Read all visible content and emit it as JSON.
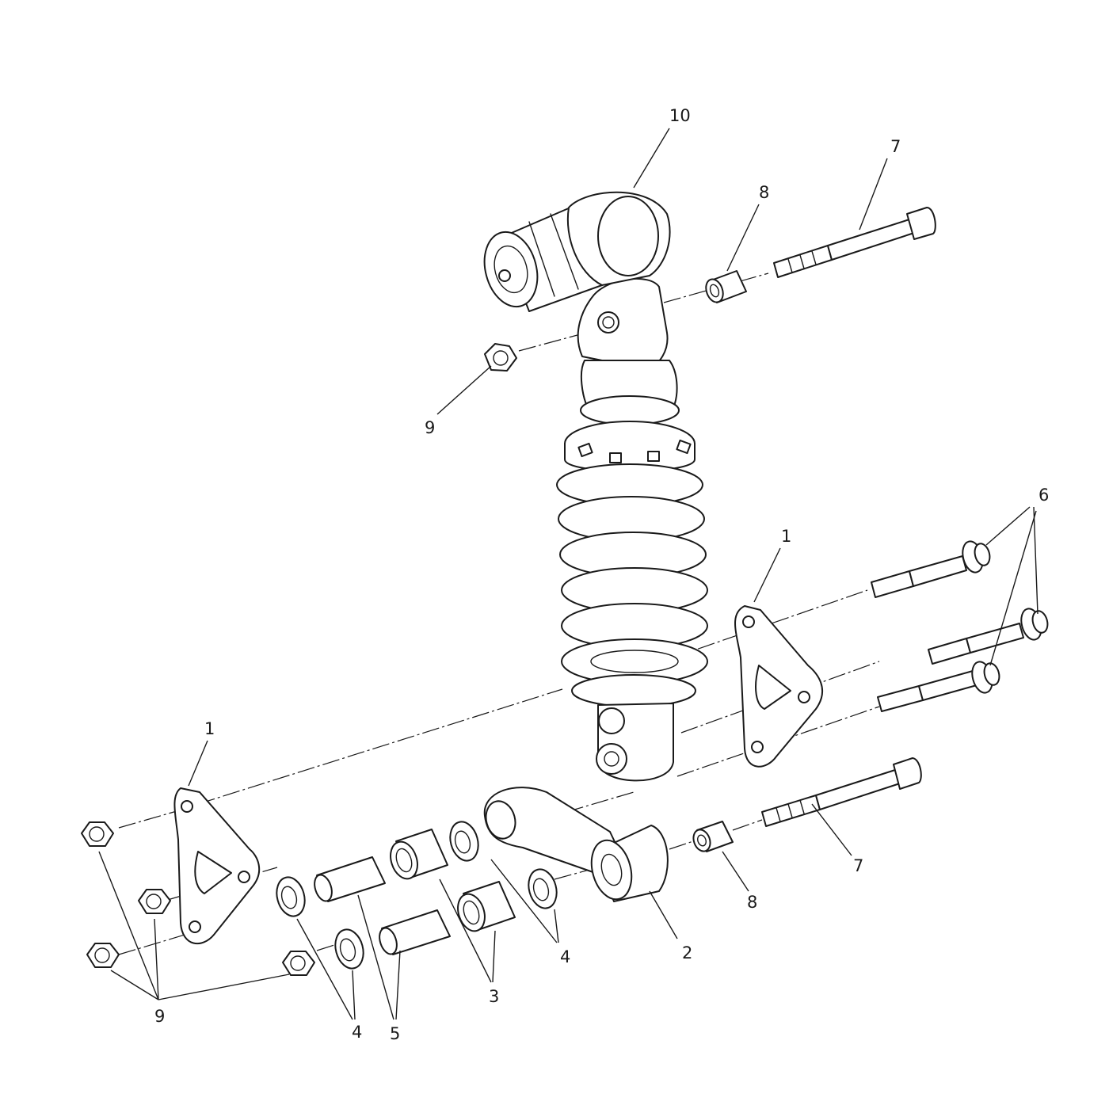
{
  "callouts": [
    {
      "id": "c10",
      "label": "10"
    },
    {
      "id": "c7a",
      "label": "7"
    },
    {
      "id": "c8a",
      "label": "8"
    },
    {
      "id": "c9a",
      "label": "9"
    },
    {
      "id": "c6",
      "label": "6"
    },
    {
      "id": "c1a",
      "label": "1"
    },
    {
      "id": "c1b",
      "label": "1"
    },
    {
      "id": "c7b",
      "label": "7"
    },
    {
      "id": "c8b",
      "label": "8"
    },
    {
      "id": "c2",
      "label": "2"
    },
    {
      "id": "c4a",
      "label": "4"
    },
    {
      "id": "c3",
      "label": "3"
    },
    {
      "id": "c5",
      "label": "5"
    },
    {
      "id": "c4b",
      "label": "4"
    },
    {
      "id": "c9b",
      "label": "9"
    }
  ]
}
